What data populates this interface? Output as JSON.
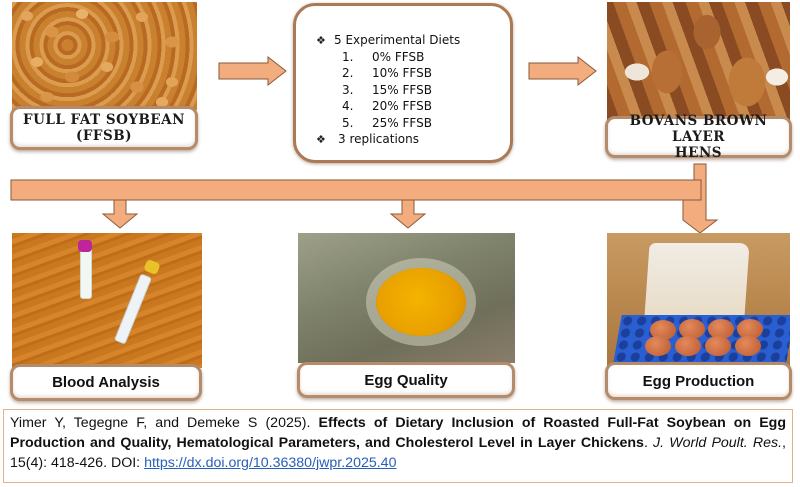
{
  "top_row": {
    "soybean": {
      "label_line1": "FULL FAT SOYBEAN",
      "label_line2": "(FFSB)",
      "image": "roasted-soybeans-photo"
    },
    "diets": {
      "heading": "5 Experimental Diets",
      "bullet_icon": "diamond-bullet-icon",
      "items": [
        {
          "num": "1.",
          "text": "0% FFSB"
        },
        {
          "num": "2.",
          "text": "10% FFSB"
        },
        {
          "num": "3.",
          "text": "15% FFSB"
        },
        {
          "num": "4.",
          "text": "20% FFSB"
        },
        {
          "num": "5.",
          "text": "25% FFSB"
        }
      ],
      "replications": "3 replications"
    },
    "hens": {
      "label_line1": "BOVANS BROWN LAYER",
      "label_line2": "HENS",
      "image": "brown-layer-hens-photo"
    }
  },
  "bottom_row": [
    {
      "label": "Blood Analysis",
      "image": "blood-sample-tubes-photo"
    },
    {
      "label": "Egg Quality",
      "image": "broken-egg-yolk-photo"
    },
    {
      "label": "Egg Production",
      "image": "eggs-on-tray-photo"
    }
  ],
  "citation": {
    "authors": "Yimer Y, Tegegne F, and Demeke S (2025).",
    "title": "Effects of Dietary Inclusion of Roasted Full-Fat Soybean on Egg Production and Quality, Hematological Parameters, and Cholesterol Level in Layer Chickens",
    "journal": "J. World Poult. Res.",
    "volume": ", 15(4): 418-426. DOI: ",
    "doi_url": "https://dx.doi.org/10.36380/jwpr.2025.40"
  },
  "colors": {
    "arrow_fill": "#f2ac7e",
    "label_border": "#b58c6b",
    "citation_border": "#e0b38a",
    "link": "#2860b8"
  }
}
